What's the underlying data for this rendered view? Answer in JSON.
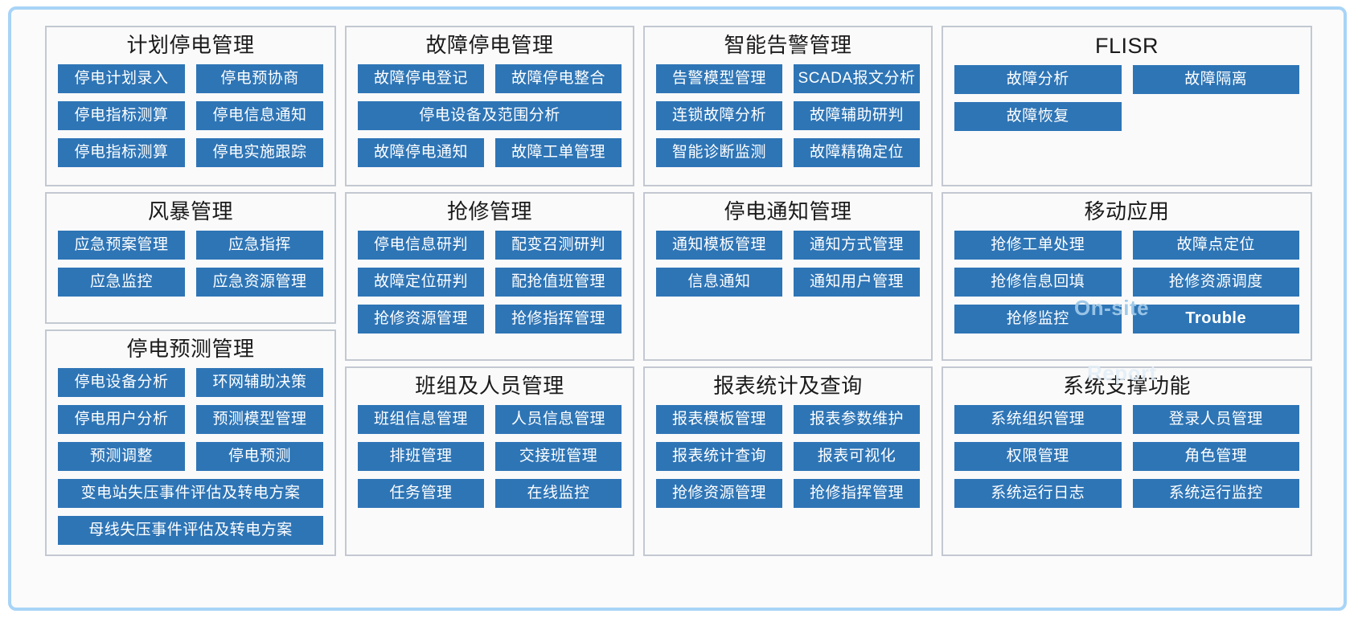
{
  "frame": {
    "accent_border_color": "#a8d4f7",
    "panel_border_color": "#c3c8d1",
    "button_color": "#2e75b6",
    "button_text_color": "#ffffff",
    "title_text_color": "#1a1a1a"
  },
  "overlays": [
    {
      "label": "On-site",
      "color": "#9ec8e8"
    },
    {
      "label": "Report",
      "color": "#e3eef7"
    }
  ],
  "panels": [
    {
      "id": "planned-outage-management",
      "title": "计划停电管理",
      "buttons": [
        {
          "label": "停电计划录入",
          "span": "half"
        },
        {
          "label": "停电预协商",
          "span": "half"
        },
        {
          "label": "停电指标测算",
          "span": "half"
        },
        {
          "label": "停电信息通知",
          "span": "half"
        },
        {
          "label": "停电指标测算",
          "span": "half"
        },
        {
          "label": "停电实施跟踪",
          "span": "half"
        }
      ]
    },
    {
      "id": "fault-outage-management",
      "title": "故障停电管理",
      "buttons": [
        {
          "label": "故障停电登记",
          "span": "half"
        },
        {
          "label": "故障停电整合",
          "span": "half"
        },
        {
          "label": "停电设备及范围分析",
          "span": "full"
        },
        {
          "label": "故障停电通知",
          "span": "half"
        },
        {
          "label": "故障工单管理",
          "span": "half"
        }
      ]
    },
    {
      "id": "intelligent-alarm-management",
      "title": "智能告警管理",
      "buttons": [
        {
          "label": "告警模型管理",
          "span": "half"
        },
        {
          "label": "SCADA报文分析",
          "span": "half"
        },
        {
          "label": "连锁故障分析",
          "span": "half"
        },
        {
          "label": "故障辅助研判",
          "span": "half"
        },
        {
          "label": "智能诊断监测",
          "span": "half"
        },
        {
          "label": "故障精确定位",
          "span": "half"
        }
      ]
    },
    {
      "id": "flisr",
      "title": "FLISR",
      "title_script": "latin",
      "buttons": [
        {
          "label": "故障分析",
          "span": "half"
        },
        {
          "label": "故障隔离",
          "span": "half"
        },
        {
          "label": "故障恢复",
          "span": "half"
        }
      ]
    },
    {
      "id": "storm-management",
      "title": "风暴管理",
      "buttons": [
        {
          "label": "应急预案管理",
          "span": "half"
        },
        {
          "label": "应急指挥",
          "span": "half"
        },
        {
          "label": "应急监控",
          "span": "half"
        },
        {
          "label": "应急资源管理",
          "span": "half"
        }
      ]
    },
    {
      "id": "emergency-repair-management",
      "title": "抢修管理",
      "buttons": [
        {
          "label": "停电信息研判",
          "span": "half"
        },
        {
          "label": "配变召测研判",
          "span": "half"
        },
        {
          "label": "故障定位研判",
          "span": "half"
        },
        {
          "label": "配抢值班管理",
          "span": "half"
        },
        {
          "label": "抢修资源管理",
          "span": "half"
        },
        {
          "label": "抢修指挥管理",
          "span": "half"
        }
      ]
    },
    {
      "id": "outage-notification-management",
      "title": "停电通知管理",
      "buttons": [
        {
          "label": "通知模板管理",
          "span": "half"
        },
        {
          "label": "通知方式管理",
          "span": "half"
        },
        {
          "label": "信息通知",
          "span": "half"
        },
        {
          "label": "通知用户管理",
          "span": "half"
        }
      ]
    },
    {
      "id": "mobile-application",
      "title": "移动应用",
      "buttons": [
        {
          "label": "抢修工单处理",
          "span": "half"
        },
        {
          "label": "故障点定位",
          "span": "half"
        },
        {
          "label": "抢修信息回填",
          "span": "half"
        },
        {
          "label": "抢修资源调度",
          "span": "half"
        },
        {
          "label": "抢修监控",
          "span": "half"
        },
        {
          "label": "Trouble",
          "span": "half",
          "script": "latin"
        }
      ]
    },
    {
      "id": "outage-forecast-management",
      "title": "停电预测管理",
      "buttons": [
        {
          "label": "停电设备分析",
          "span": "half"
        },
        {
          "label": "环网辅助决策",
          "span": "half"
        },
        {
          "label": "停电用户分析",
          "span": "half"
        },
        {
          "label": "预测模型管理",
          "span": "half"
        },
        {
          "label": "预测调整",
          "span": "half"
        },
        {
          "label": "停电预测",
          "span": "half"
        },
        {
          "label": "变电站失压事件评估及转电方案",
          "span": "full"
        },
        {
          "label": "母线失压事件评估及转电方案",
          "span": "full"
        }
      ]
    },
    {
      "id": "team-and-personnel-management",
      "title": "班组及人员管理",
      "buttons": [
        {
          "label": "班组信息管理",
          "span": "half"
        },
        {
          "label": "人员信息管理",
          "span": "half"
        },
        {
          "label": "排班管理",
          "span": "half"
        },
        {
          "label": "交接班管理",
          "span": "half"
        },
        {
          "label": "任务管理",
          "span": "half"
        },
        {
          "label": "在线监控",
          "span": "half"
        }
      ]
    },
    {
      "id": "report-statistics-and-query",
      "title": "报表统计及查询",
      "buttons": [
        {
          "label": "报表模板管理",
          "span": "half"
        },
        {
          "label": "报表参数维护",
          "span": "half"
        },
        {
          "label": "报表统计查询",
          "span": "half"
        },
        {
          "label": "报表可视化",
          "span": "half"
        },
        {
          "label": "抢修资源管理",
          "span": "half"
        },
        {
          "label": "抢修指挥管理",
          "span": "half"
        }
      ]
    },
    {
      "id": "system-support-functions",
      "title": "系统支撑功能",
      "buttons": [
        {
          "label": "系统组织管理",
          "span": "half"
        },
        {
          "label": "登录人员管理",
          "span": "half"
        },
        {
          "label": "权限管理",
          "span": "half"
        },
        {
          "label": "角色管理",
          "span": "half"
        },
        {
          "label": "系统运行日志",
          "span": "half"
        },
        {
          "label": "系统运行监控",
          "span": "half"
        }
      ]
    }
  ]
}
